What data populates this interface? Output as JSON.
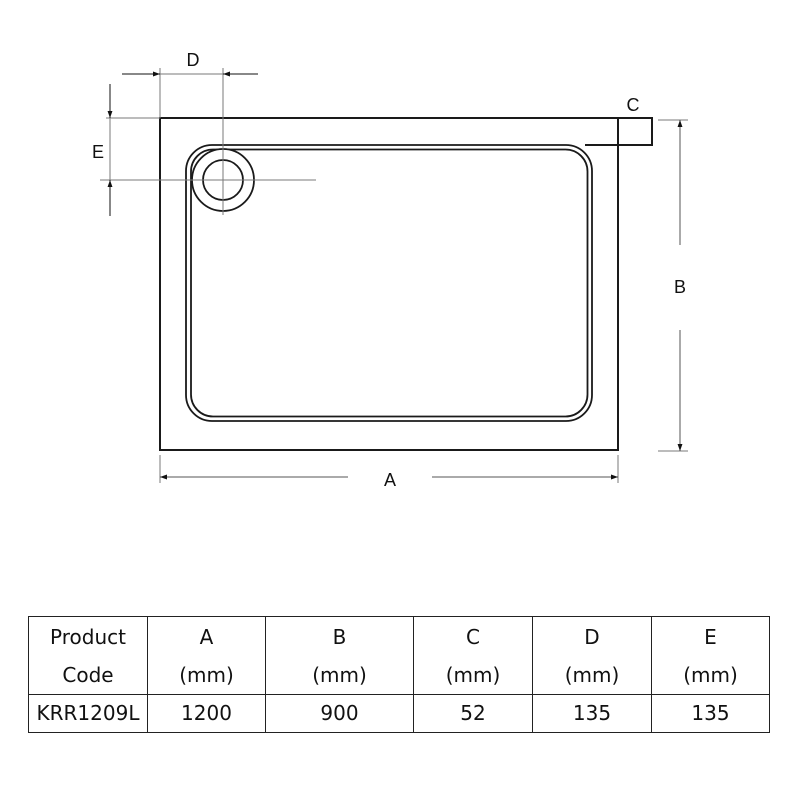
{
  "diagram": {
    "labels": {
      "a": "A",
      "b": "B",
      "c": "C",
      "d": "D",
      "e": "E"
    },
    "colors": {
      "outline": "#1a1a1a",
      "dimension_line": "#7a7a7a"
    }
  },
  "table": {
    "headers": [
      {
        "line1": "Product",
        "line2": "Code"
      },
      {
        "line1": "A",
        "line2": "(mm)"
      },
      {
        "line1": "B",
        "line2": "(mm)"
      },
      {
        "line1": "C",
        "line2": "(mm)"
      },
      {
        "line1": "D",
        "line2": "(mm)"
      },
      {
        "line1": "E",
        "line2": "(mm)"
      }
    ],
    "rows": [
      [
        "KRR1209L",
        "1200",
        "900",
        "52",
        "135",
        "135"
      ]
    ]
  }
}
